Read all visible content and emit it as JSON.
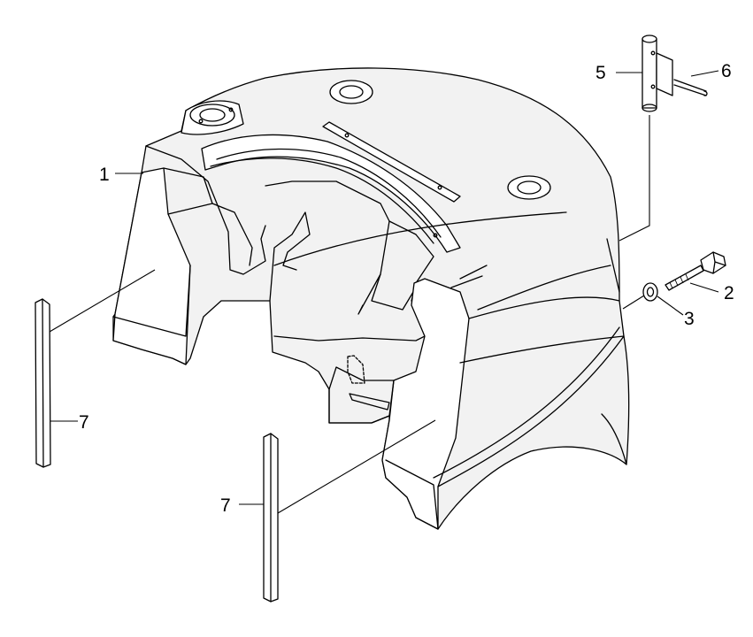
{
  "callouts": [
    {
      "id": "c1",
      "label": "1"
    },
    {
      "id": "c2",
      "label": "2"
    },
    {
      "id": "c3",
      "label": "3"
    },
    {
      "id": "c5",
      "label": "5"
    },
    {
      "id": "c6",
      "label": "6"
    },
    {
      "id": "c7a",
      "label": "7"
    },
    {
      "id": "c7b",
      "label": "7"
    }
  ]
}
